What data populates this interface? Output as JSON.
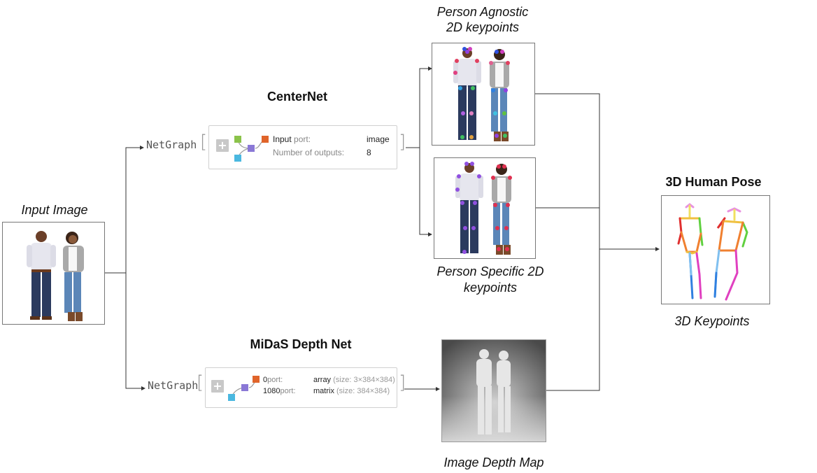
{
  "labels": {
    "input_image": "Input Image",
    "centernet": "CenterNet",
    "midas": "MiDaS Depth Net",
    "agnostic_line1": "Person Agnostic",
    "agnostic_line2": "2D keypoints",
    "specific_line1": "Person Specific 2D",
    "specific_line2": "keypoints",
    "depth_map": "Image Depth Map",
    "pose_title": "3D Human Pose",
    "keypoints3d": "3D Keypoints"
  },
  "centernet_graph": {
    "netgraph": "NetGraph",
    "row1_key": "Input",
    "row1_port": "port:",
    "row1_value": "image",
    "row2_key": "Number of outputs:",
    "row2_value": "8"
  },
  "midas_graph": {
    "netgraph": "NetGraph",
    "row1_key": "0",
    "row1_port": "port:",
    "row1_value": "array",
    "row1_size": "(size: 3×384×384)",
    "row2_key": "1080",
    "row2_port": "port:",
    "row2_value": "matrix",
    "row2_size": "(size: 384×384)"
  },
  "colors": {
    "node_green": "#8bc34a",
    "node_orange": "#e0642a",
    "node_purple": "#8a78d6",
    "node_blue": "#4ab8e0",
    "line": "#333333",
    "shirt": "#e8e8f0",
    "jeans_dark": "#2b3a5e",
    "jeans_light": "#5b86b8",
    "cardigan": "#a8a8a8",
    "skin": "#7a4a30"
  },
  "icons": [
    "plus-icon",
    "graph-nodes-icon",
    "arrow-icon"
  ]
}
